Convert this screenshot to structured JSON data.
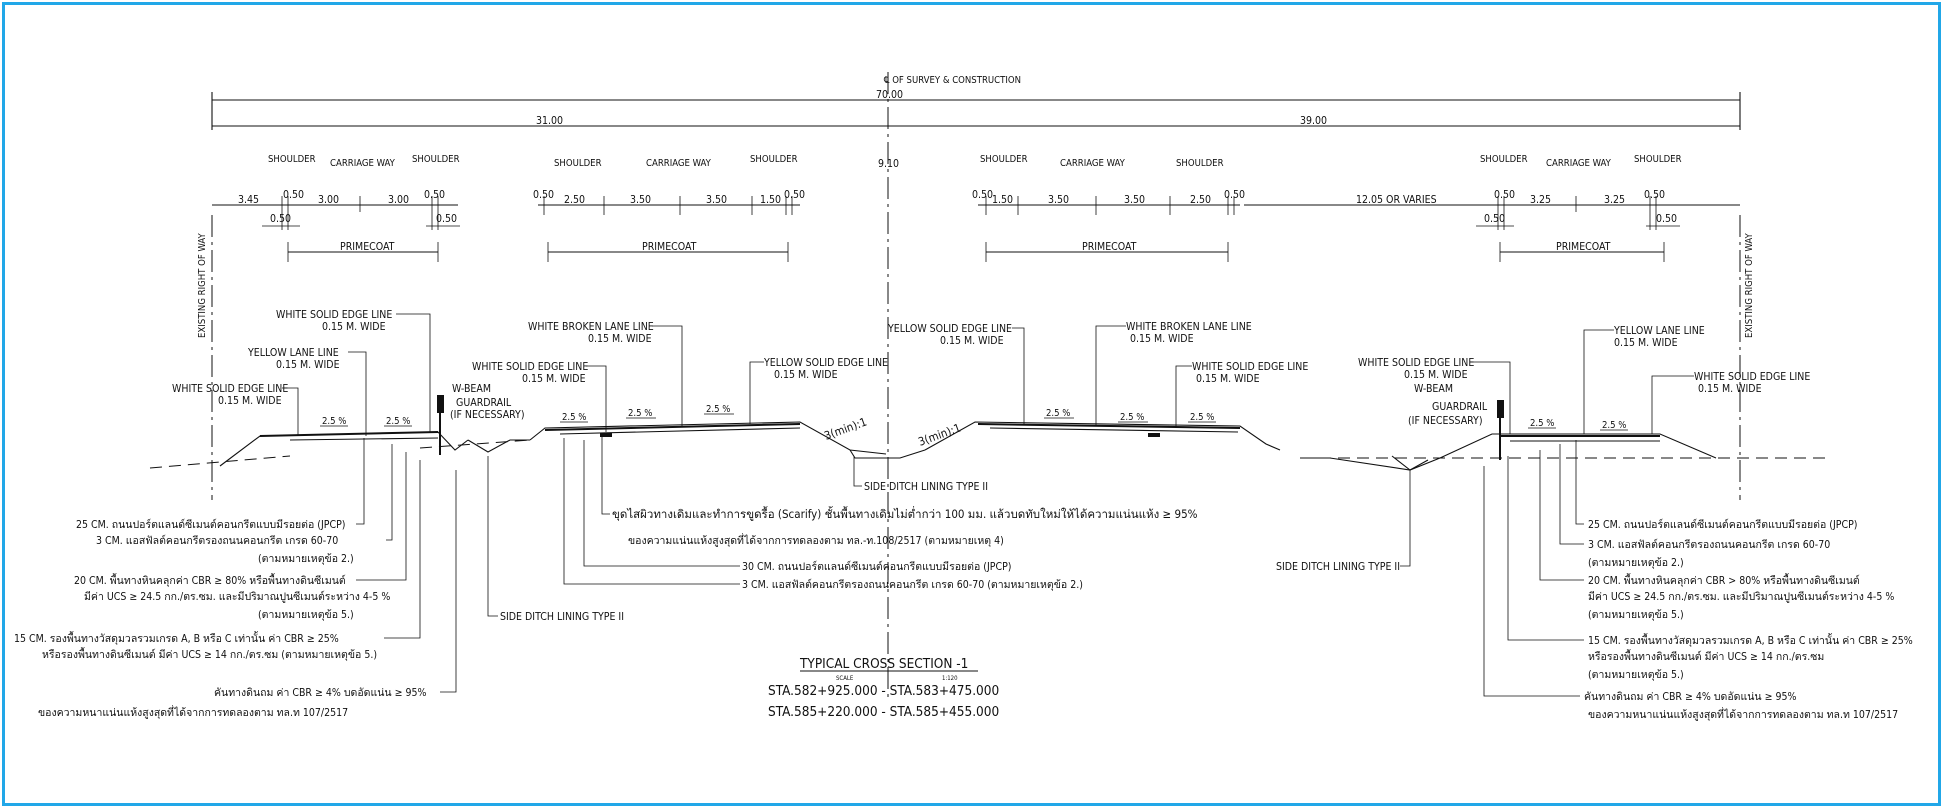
{
  "title": {
    "main": "TYPICAL CROSS SECTION -1",
    "scale_label": "SCALE",
    "scale_value": "1:120",
    "sta1": "STA.582+925.000  -  STA.583+475.000",
    "sta2": "STA.585+220.000  -  STA.585+455.000"
  },
  "top_dims": {
    "survey": "℄ OF SURVEY & CONSTRUCTION",
    "total": "70.00",
    "left": "31.00",
    "right": "39.00",
    "median": "9.10"
  },
  "row_right_of_way": "EXISTING RIGHT OF WAY",
  "lane_labels": {
    "shoulder": "SHOULDER",
    "carriage_way": "CARRIAGE WAY",
    "primecoat": "PRIMECOAT"
  },
  "dims": {
    "d345": "3.45",
    "d050": "0.50",
    "d300": "3.00",
    "d250": "2.50",
    "d350": "3.50",
    "d150": "1.50",
    "d325": "3.25",
    "varies": "12.05 OR VARIES"
  },
  "slopes": {
    "pct": "2.5 %",
    "side": "3(min):1"
  },
  "lines": {
    "white_solid_edge": "WHITE SOLID EDGE LINE",
    "yellow_lane": "YELLOW LANE LINE",
    "white_broken_lane": "WHITE BROKEN LANE LINE",
    "yellow_solid_edge": "YELLOW SOLID EDGE LINE",
    "wide": "0.15 M. WIDE"
  },
  "guardrail": {
    "wbeam": "W-BEAM",
    "gr": "GUARDRAIL",
    "ifnec": "(IF NECESSARY)"
  },
  "ditch": "SIDE DITCH LINING TYPE II",
  "notes_left": [
    "25 CM. ถนนปอร์ตแลนด์ซีเมนต์คอนกรีตแบบมีรอยต่อ (JPCP)",
    "3 CM. แอสฟัลต์คอนกรีตรองถนนคอนกรีต เกรด 60-70",
    "(ตามหมายเหตุข้อ 2.)",
    "20 CM. พื้นทางหินคลุกค่า CBR ≥ 80% หรือพื้นทางดินซีเมนต์",
    "มีค่า UCS ≥ 24.5 กก./ตร.ซม. และมีปริมาณปูนซีเมนต์ระหว่าง 4-5 %",
    "(ตามหมายเหตุข้อ 5.)",
    "15 CM. รองพื้นทางวัสดุมวลรวมเกรด A, B หรือ C เท่านั้น ค่า CBR ≥ 25%",
    "หรือรองพื้นทางดินซีเมนต์ มีค่า UCS ≥ 14 กก./ตร.ซม (ตามหมายเหตุข้อ 5.)",
    "คันทางดินถม ค่า CBR ≥ 4% บดอัดแน่น ≥ 95%",
    "ของความหนาแน่นแห้งสูงสุดที่ได้จากการทดลองตาม ทล.ท 107/2517"
  ],
  "notes_center": [
    "ขุดไสผิวทางเดิมและทำการขูดรื้อ (Scarify) ชั้นพื้นทางเดิมไม่ต่ำกว่า 100 มม. แล้วบดทับใหม่ให้ได้ความแน่นแห้ง ≥ 95%",
    "ของความแน่นแห้งสูงสุดที่ได้จากการทดลองตาม ทล.-ท.108/2517 (ตามหมายเหตุ 4)",
    "30 CM. ถนนปอร์ตแลนด์ซีเมนต์คอนกรีตแบบมีรอยต่อ (JPCP)",
    "3 CM. แอสฟัลต์คอนกรีตรองถนนคอนกรีต เกรด 60-70 (ตามหมายเหตุข้อ 2.)"
  ],
  "notes_right": [
    "25 CM. ถนนปอร์ตแลนด์ซีเมนต์คอนกรีตแบบมีรอยต่อ (JPCP)",
    "3 CM. แอสฟัลต์คอนกรีตรองถนนคอนกรีต เกรด 60-70",
    "(ตามหมายเหตุข้อ 2.)",
    "20 CM. พื้นทางหินคลุกค่า CBR > 80% หรือพื้นทางดินซีเมนต์",
    "มีค่า UCS ≥ 24.5 กก./ตร.ซม. และมีปริมาณปูนซีเมนต์ระหว่าง 4-5 %",
    "(ตามหมายเหตุข้อ 5.)",
    "15 CM. รองพื้นทางวัสดุมวลรวมเกรด A, B หรือ C เท่านั้น ค่า CBR ≥ 25%",
    "หรือรองพื้นทางดินซีเมนต์ มีค่า UCS ≥ 14 กก./ตร.ซม",
    "(ตามหมายเหตุข้อ 5.)",
    "คันทางดินถม ค่า CBR ≥ 4% บดอัดแน่น ≥ 95%",
    "ของความหนาแน่นแห้งสูงสุดที่ได้จากการทดลองตาม ทล.ท 107/2517"
  ]
}
